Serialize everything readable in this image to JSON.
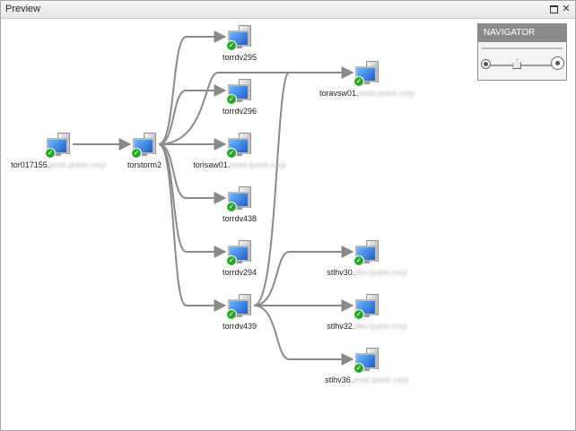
{
  "window": {
    "title": "Preview",
    "restore_label": "",
    "close_label": "✕"
  },
  "navigator": {
    "title": "NAVIGATOR",
    "zoom_level": 0.42
  },
  "nodes": [
    {
      "id": "n0",
      "name": "tor017155.",
      "suffix": "prod.quest.corp"
    },
    {
      "id": "n1",
      "name": "torstorm2",
      "suffix": ""
    },
    {
      "id": "n2",
      "name": "torrdv295",
      "suffix": ""
    },
    {
      "id": "n3",
      "name": "toravsw01.",
      "suffix": "prod.quest.corp"
    },
    {
      "id": "n4",
      "name": "torrdv296",
      "suffix": ""
    },
    {
      "id": "n5",
      "name": "torisaw01.",
      "suffix": "prod.quest.corp"
    },
    {
      "id": "n6",
      "name": "torrdv438",
      "suffix": ""
    },
    {
      "id": "n7",
      "name": "torrdv294",
      "suffix": ""
    },
    {
      "id": "n8",
      "name": "torrdv439",
      "suffix": ""
    },
    {
      "id": "n9",
      "name": "stlhv30.",
      "suffix": "dev.quest.corp"
    },
    {
      "id": "n10",
      "name": "stlhv32.",
      "suffix": "dev.quest.corp"
    },
    {
      "id": "n11",
      "name": "stlhv36.",
      "suffix": "prod.quest.corp"
    }
  ],
  "edges": [
    [
      "n0",
      "n1"
    ],
    [
      "n1",
      "n2"
    ],
    [
      "n1",
      "n3"
    ],
    [
      "n1",
      "n4"
    ],
    [
      "n1",
      "n5"
    ],
    [
      "n1",
      "n6"
    ],
    [
      "n1",
      "n7"
    ],
    [
      "n1",
      "n8"
    ],
    [
      "n8",
      "n3"
    ],
    [
      "n8",
      "n9"
    ],
    [
      "n8",
      "n10"
    ],
    [
      "n8",
      "n11"
    ]
  ],
  "colors": {
    "edge": "#8a8a8a",
    "status_ok": "#2aa82a",
    "monitor": "#2f7fe0"
  }
}
